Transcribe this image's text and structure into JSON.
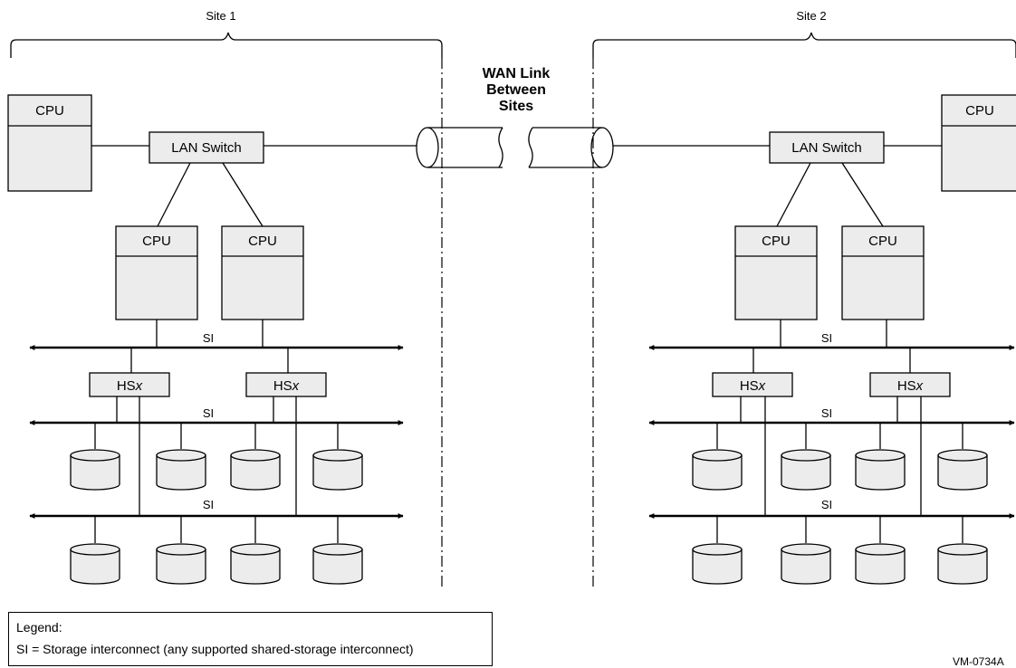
{
  "sites": {
    "site1": "Site 1",
    "site2": "Site 2"
  },
  "wan": {
    "line1": "WAN Link",
    "line2": "Between",
    "line3": "Sites"
  },
  "labels": {
    "cpu": "CPU",
    "lan_switch": "LAN Switch",
    "hs_prefix": "HS",
    "hs_suffix": "x",
    "si": "SI"
  },
  "legend": {
    "title": "Legend:",
    "entry": "SI = Storage interconnect (any supported shared-storage interconnect)"
  },
  "figure_id": "VM-0734A"
}
